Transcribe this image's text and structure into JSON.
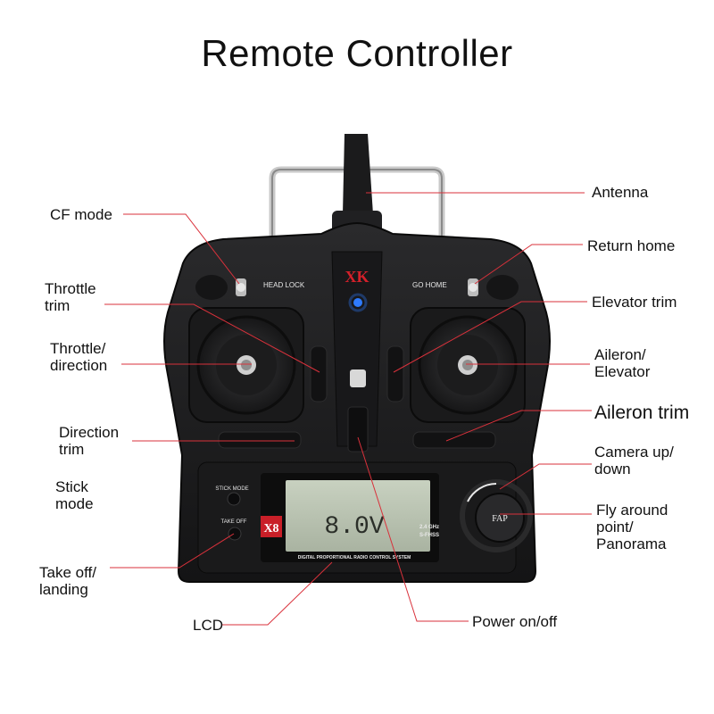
{
  "title": "Remote Controller",
  "labels": {
    "antenna": "Antenna",
    "cf_mode": "CF mode",
    "return_home": "Return home",
    "throttle_trim": "Throttle\ntrim",
    "elevator_trim": "Elevator trim",
    "throttle_direction": "Throttle/\ndirection",
    "aileron_elevator": "Aileron/\nElevator",
    "aileron_trim": "Aileron trim",
    "direction_trim": "Direction\ntrim",
    "camera_up_down": "Camera up/\ndown",
    "stick_mode": "Stick\nmode",
    "fly_around": "Fly around\npoint/\nPanorama",
    "take_off_landing": "Take off/\nlanding",
    "lcd": "LCD",
    "power_on_off": "Power on/off"
  },
  "device": {
    "head_lock": "HEAD LOCK",
    "go_home": "GO HOME",
    "brand": "XK",
    "stick_mode_btn": "STICK MODE",
    "take_off_btn": "TAKE OFF",
    "model": "X8",
    "band": "2.4 GHz",
    "fhss": "S-FHSS",
    "lcd_value": "8.0V",
    "lcd_caption": "DIGITAL PROPORTIONAL RADIO CONTROL SYSTEM",
    "fap": "FAP"
  },
  "colors": {
    "leader_line": "#d9313b",
    "body": "#1d1d1f",
    "lcd": "#b9c3b1",
    "accent_led": "#2f7bff",
    "logo_red": "#d4202a"
  }
}
